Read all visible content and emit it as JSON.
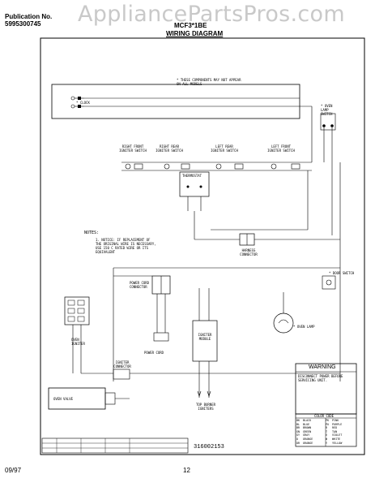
{
  "header": {
    "pub_label": "Publication No.",
    "pub_number": "5995300745",
    "model": "MCF3*1BE",
    "title": "WIRING DIAGRAM"
  },
  "watermark": "AppliancePartsPros.com",
  "notes": {
    "asterisk_note": "* THESE COMPONENTS MAY NOT APPEAR ON ALL MODELS",
    "notes_title": "NOTES:",
    "note_1": "1. NOTICE: IF REPLACEMENT OF THE ORIGINAL WIRE IS NECESSARY, USE 150 C RATED WIRE OR ITS EQUIVALENT"
  },
  "labels": {
    "clock": "* CLOCK",
    "oven_lamp_switch": "* OVEN LAMP SWITCH",
    "right_front": "RIGHT FRONT IGNITER SWITCH",
    "right_rear": "RIGHT REAR IGNITER SWITCH",
    "left_rear": "LEFT REAR IGNITER SWITCH",
    "left_front": "LEFT FRONT IGNITER SWITCH",
    "thermostat": "THERMOSTAT",
    "harness_connector": "HARNESS CONNECTOR",
    "power_cord_connector": "POWER CORD CONNECTOR",
    "door_switch": "* DOOR SWITCH",
    "oven_lamp": "* OVEN LAMP",
    "igniter_module": "IGNITER MODULE",
    "oven_igniter": "OVEN IGNITER",
    "igniter_connector": "IGNITER CONNECTOR",
    "oven_valve": "OVEN VALVE",
    "power_cord": "POWER CORD",
    "top_burner": "TOP BURNER IGNITERS",
    "warning_title": "WARNING",
    "warning_text": "DISCONNECT POWER BEFORE SERVICING UNIT.",
    "wire_code_title": "COLOR CODE"
  },
  "wire_codes": [
    [
      "BK",
      "BLACK",
      "PK",
      "PINK"
    ],
    [
      "BL",
      "BLUE",
      "PU",
      "PURPLE"
    ],
    [
      "BR",
      "BROWN",
      "R",
      "RED"
    ],
    [
      "GN",
      "GREEN",
      "T",
      "TAN"
    ],
    [
      "GY",
      "GRAY",
      "V",
      "VIOLET"
    ],
    [
      "O",
      "ORANGE",
      "W",
      "WHITE"
    ],
    [
      "OR",
      "ORANGE",
      "Y",
      "YELLOW"
    ]
  ],
  "part_number": "316002153",
  "footer": {
    "date": "09/97",
    "page": "12"
  }
}
